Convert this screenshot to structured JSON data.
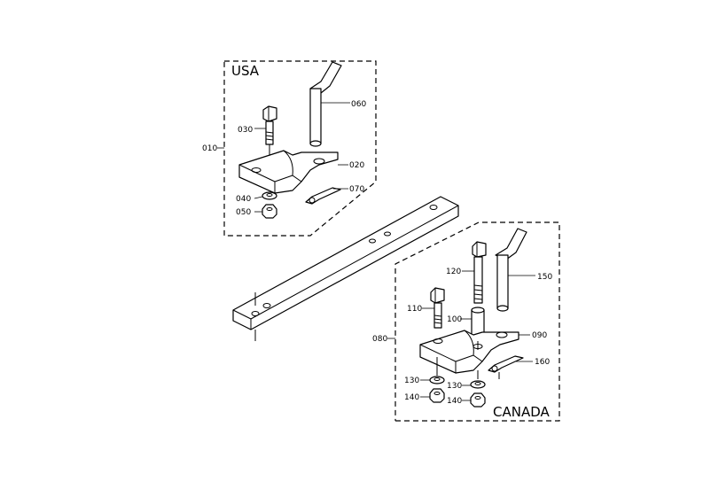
{
  "regions": {
    "usa": "USA",
    "canada": "CANADA"
  },
  "labels": {
    "p010": "010",
    "p020": "020",
    "p030": "030",
    "p040": "040",
    "p050": "050",
    "p060": "060",
    "p070": "070",
    "p080": "080",
    "p090": "090",
    "p100": "100",
    "p110": "110",
    "p120": "120",
    "p130a": "130",
    "p130b": "130",
    "p140a": "140",
    "p140b": "140",
    "p150": "150",
    "p160": "160"
  }
}
